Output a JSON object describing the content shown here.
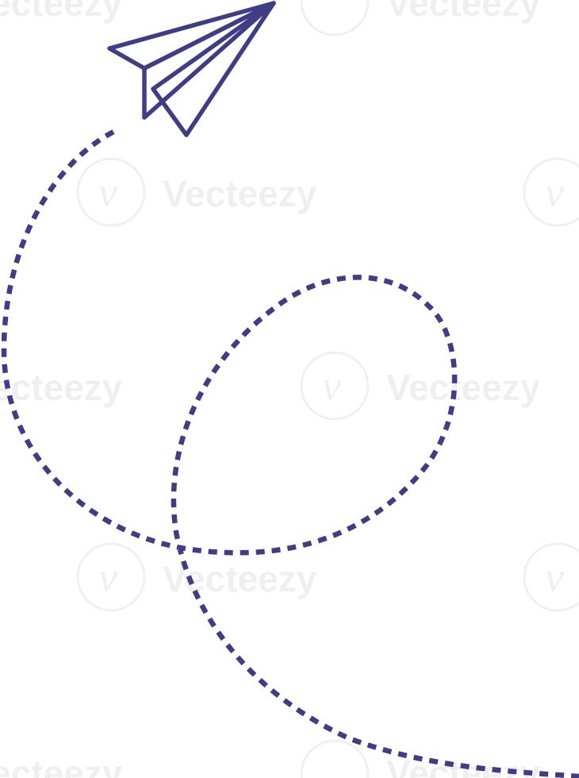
{
  "watermark": {
    "text": "Vecteezy",
    "glyph": "v"
  },
  "illustration": {
    "subject": "paper-plane-icon",
    "path_style": "dashed",
    "stroke_color": "#3f3d86",
    "background_color": "#ffffff"
  }
}
